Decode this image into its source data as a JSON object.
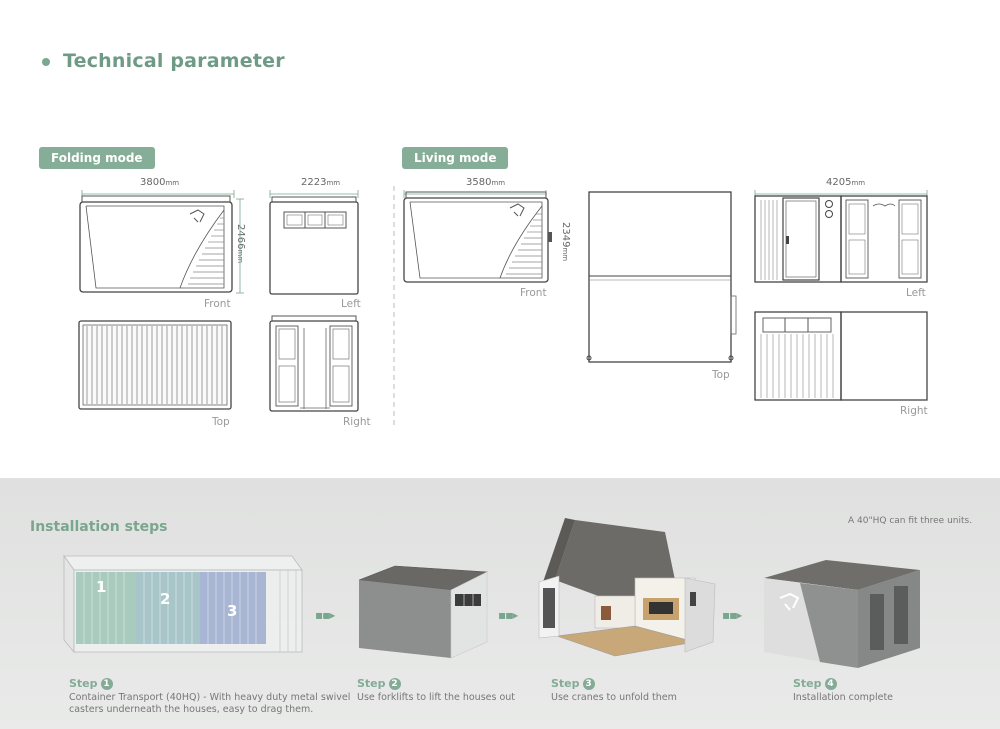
{
  "header": {
    "title": "Technical parameter"
  },
  "folding": {
    "tag": "Folding mode",
    "front_width": "3800",
    "front_width_unit": "mm",
    "front_height": "2466",
    "front_height_unit": "mm",
    "left_width": "2223",
    "left_width_unit": "mm",
    "labels": {
      "front": "Front",
      "left": "Left",
      "top": "Top",
      "right": "Right"
    }
  },
  "living": {
    "tag": "Living mode",
    "front_width": "3580",
    "front_width_unit": "mm",
    "front_height": "2349",
    "front_height_unit": "mm",
    "left_width": "4205",
    "left_width_unit": "mm",
    "labels": {
      "front": "Front",
      "top": "Top",
      "left": "Left",
      "right": "Right"
    }
  },
  "installation": {
    "title": "Installation steps",
    "note": "A 40\"HQ can fit three units.",
    "container_units": [
      "1",
      "2",
      "3"
    ],
    "steps": [
      {
        "label": "Step",
        "num": "1",
        "desc_line1": "Container Transport (40HQ) - With heavy duty metal swivel",
        "desc_line2": "casters underneath the houses, easy to drag them."
      },
      {
        "label": "Step",
        "num": "2",
        "desc_line1": "Use forklifts to lift the houses out",
        "desc_line2": ""
      },
      {
        "label": "Step",
        "num": "3",
        "desc_line1": "Use cranes to unfold them",
        "desc_line2": ""
      },
      {
        "label": "Step",
        "num": "4",
        "desc_line1": "Installation complete",
        "desc_line2": ""
      }
    ],
    "arrow": "▪▪▸"
  }
}
